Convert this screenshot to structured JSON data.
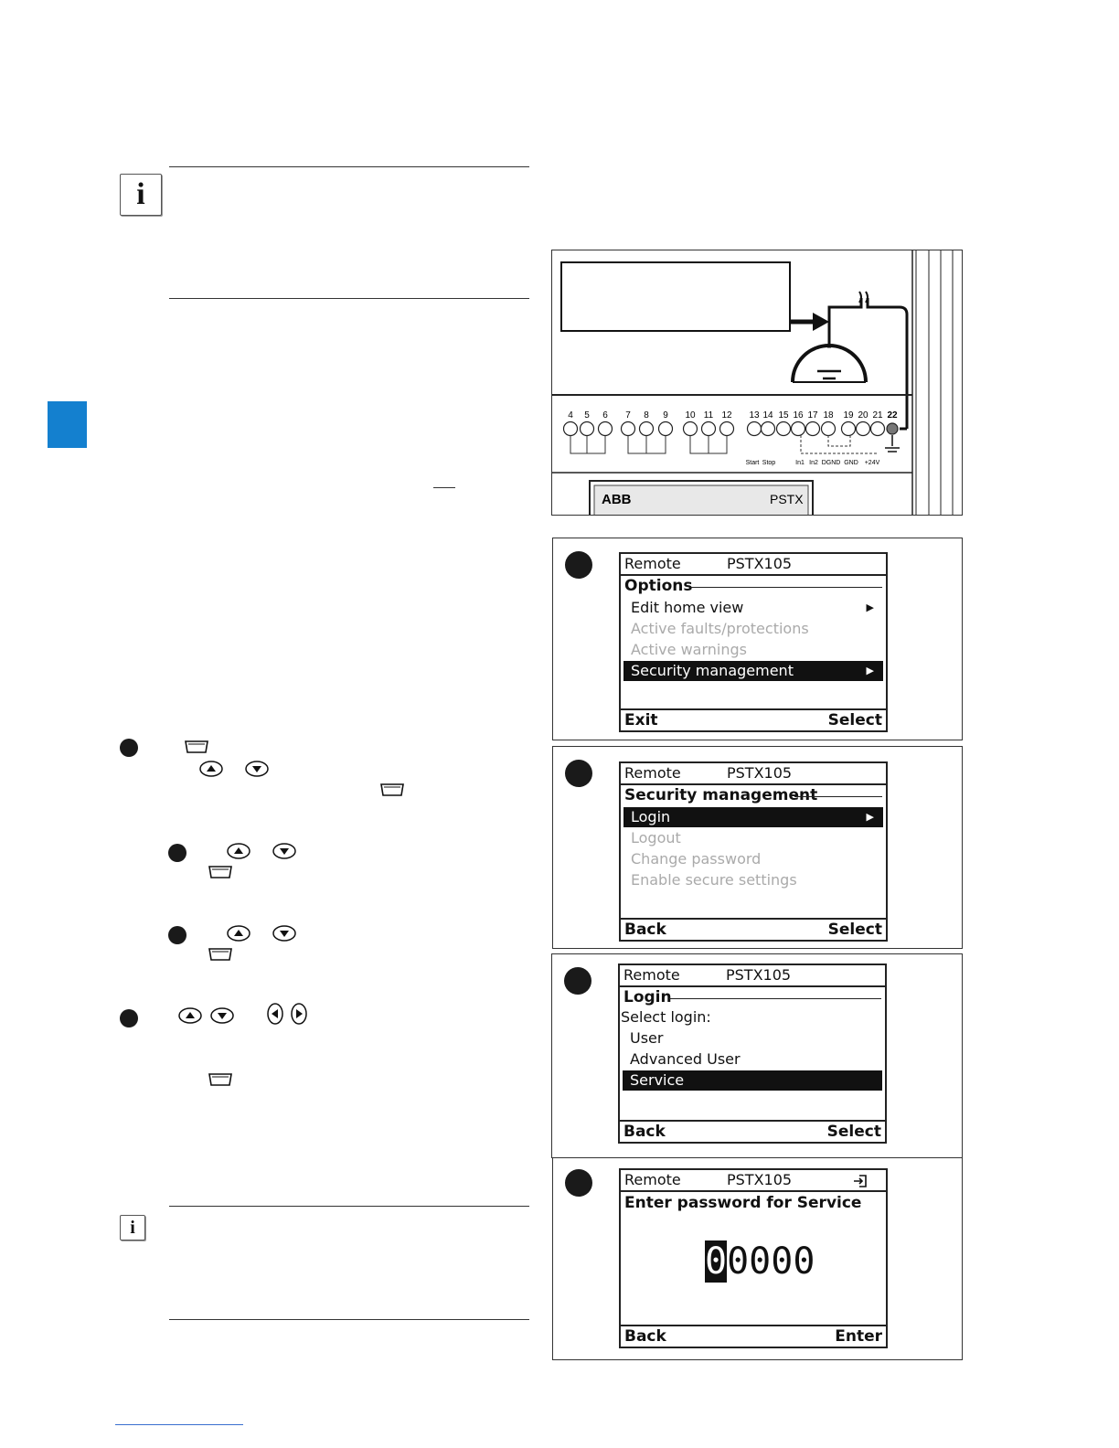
{
  "colors": {
    "tab": "#1480cf",
    "lcd_border": "#222222",
    "selected_bg": "#111111"
  },
  "icons": {
    "info": "info-icon",
    "menu_key": "softkey-icon",
    "up_key": "up-arrow-key-icon",
    "down_key": "down-arrow-key-icon",
    "left_key": "left-arrow-key-icon",
    "right_key": "right-arrow-key-icon",
    "login_status": "login-icon"
  },
  "info_glyph": "i",
  "wiring": {
    "terminal_numbers": [
      "4",
      "5",
      "6",
      "7",
      "8",
      "9",
      "10",
      "11",
      "12",
      "13",
      "14",
      "15",
      "16",
      "17",
      "18",
      "19",
      "20",
      "21",
      "22"
    ],
    "terminal_labels": [
      "Start",
      "Stop",
      "In1",
      "In2",
      "DGND",
      "GND",
      "+24V"
    ],
    "device_brand": "ABB",
    "device_model": "PSTX"
  },
  "screens": [
    {
      "header_left": "Remote",
      "header_center": "PSTX105",
      "title": "Options",
      "items": [
        {
          "label": "Edit home view",
          "arrow": "▶",
          "state": "normal"
        },
        {
          "label": "Active faults/protections",
          "arrow": "",
          "state": "dim"
        },
        {
          "label": "Active warnings",
          "arrow": "",
          "state": "dim"
        },
        {
          "label": "Security management",
          "arrow": "▶",
          "state": "selected"
        }
      ],
      "footer_left": "Exit",
      "footer_right": "Select"
    },
    {
      "header_left": "Remote",
      "header_center": "PSTX105",
      "title": "Security management",
      "items": [
        {
          "label": "Login",
          "arrow": "▶",
          "state": "selected"
        },
        {
          "label": "Logout",
          "arrow": "",
          "state": "dim"
        },
        {
          "label": "Change password",
          "arrow": "",
          "state": "dim"
        },
        {
          "label": "Enable secure settings",
          "arrow": "",
          "state": "dim"
        }
      ],
      "footer_left": "Back",
      "footer_right": "Select"
    },
    {
      "header_left": "Remote",
      "header_center": "PSTX105",
      "title": "Login",
      "subtitle": "Select login:",
      "items": [
        {
          "label": "User",
          "arrow": "",
          "state": "normal"
        },
        {
          "label": "Advanced User",
          "arrow": "",
          "state": "normal"
        },
        {
          "label": "Service",
          "arrow": "",
          "state": "selected"
        }
      ],
      "footer_left": "Back",
      "footer_right": "Select"
    },
    {
      "header_left": "Remote",
      "header_center": "PSTX105",
      "title": "Enter password for Service",
      "password_first_digit": "0",
      "password_rest": "0000",
      "footer_left": "Back",
      "footer_right": "Enter"
    }
  ]
}
